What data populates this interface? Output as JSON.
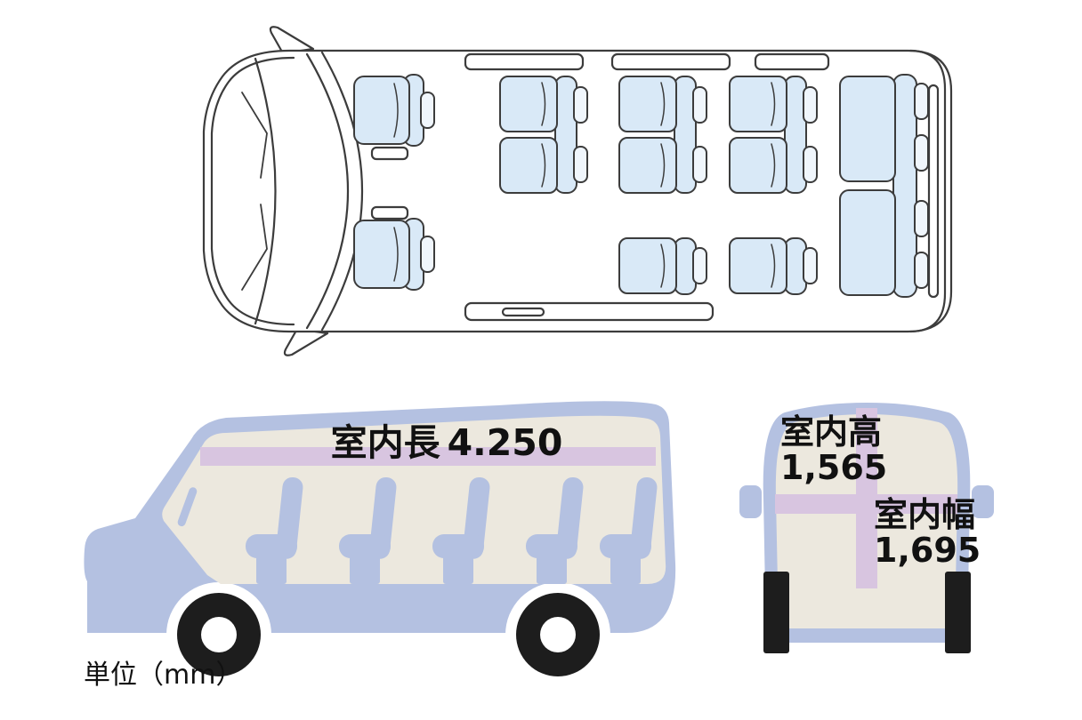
{
  "unit_label": "単位（mm）",
  "dimensions": {
    "interior_length": {
      "label": "室内長",
      "value": "4.250"
    },
    "interior_height": {
      "label": "室内高",
      "value": "1,565"
    },
    "interior_width": {
      "label": "室内幅",
      "value": "1,695"
    }
  },
  "colors": {
    "outline": "#3c3c3c",
    "seat_fill": "#d9e9f7",
    "headrest_fill": "#f0f6fc",
    "body_fill": "#b4c1e1",
    "interior_fill": "#ece8de",
    "band_fill": "#d8c5e0",
    "wheel_fill": "#1d1d1d",
    "text_color": "#111111"
  }
}
